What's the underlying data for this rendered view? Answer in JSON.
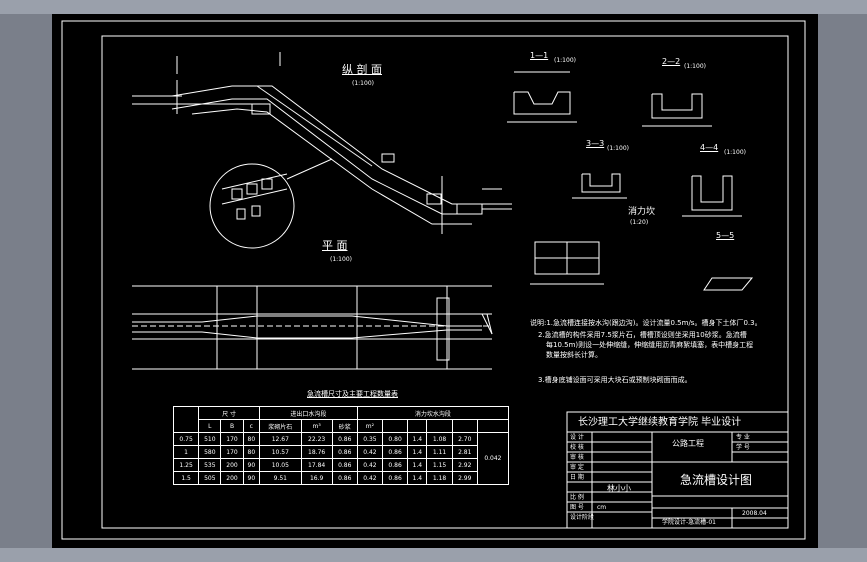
{
  "titles": {
    "longitudinal": "纵 剖 面",
    "longitudinal_scale": "(1:100)",
    "plan": "平 面",
    "plan_scale": "(1:100)",
    "sec11": "1—1",
    "sec11_scale": "(1:100)",
    "sec22": "2—2",
    "sec22_scale": "(1:100)",
    "sec33": "3—3",
    "sec33_scale": "(1:100)",
    "sec44": "4—4",
    "sec44_scale": "(1:100)",
    "sec55": "5—5",
    "stilling": "消力坎",
    "stilling_scale": "(1:20)"
  },
  "notes": {
    "n1": "说明:1.急流槽连接按水沟(跟边沟)。设计流量0.5m/s。槽身下土体厂0.3。",
    "n2": "2.急流槽的构件采用7.5浆片石，槽槽顶设则坐采用10砂浆。急流槽",
    "n2b": "每10.5m)则设一处伸缩缝，伸缩缝用沥青麻絮填塞，表中槽身工程",
    "n2c": "数量按斜长计算。",
    "n3": "3.槽身底铺设面可采用大块石或预制块砌面而成。"
  },
  "table": {
    "caption": "急流槽尺寸及主要工程数量表",
    "h_dim": "尺 寸",
    "h_work": "进出口水沟段",
    "h_stilling": "消力坎水沟段",
    "h_L": "L",
    "h_B": "B",
    "h_c": "c",
    "h_masonry": "浆砌片石",
    "h_unit1": "m³",
    "h_concrete": "砂浆",
    "h_unit2": "m²",
    "rows": [
      [
        "0.75",
        "510",
        "170",
        "80",
        "12.67",
        "22.23",
        "0.86",
        "0.35",
        "0.80",
        "1.4",
        "1.08",
        "2.70"
      ],
      [
        "1",
        "580",
        "170",
        "80",
        "10.57",
        "18.76",
        "0.86",
        "0.42",
        "0.86",
        "1.4",
        "1.11",
        "2.81"
      ],
      [
        "1.25",
        "535",
        "200",
        "90",
        "10.05",
        "17.84",
        "0.86",
        "0.42",
        "0.86",
        "1.4",
        "1.15",
        "2.92"
      ],
      [
        "1.5",
        "505",
        "200",
        "90",
        "9.51",
        "16.9",
        "0.86",
        "0.42",
        "0.86",
        "1.4",
        "1.18",
        "2.99"
      ]
    ],
    "extra": "0.042"
  },
  "titleblock": {
    "school": "长沙理工大学继续教育学院 毕业设计",
    "major": "公路工程",
    "drawing": "急流槽设计图",
    "designer": "林小小",
    "r1": "设 计",
    "r2": "校 核",
    "r3": "审 核",
    "r4": "审 定",
    "r5": "日 期",
    "r6": "比 例",
    "r7": "图 号",
    "r8": "设计阶段",
    "c1": "专 业",
    "c2": "学 号",
    "date": "2008.04",
    "scale": "cm",
    "num": "学院设计-急流槽-01"
  }
}
